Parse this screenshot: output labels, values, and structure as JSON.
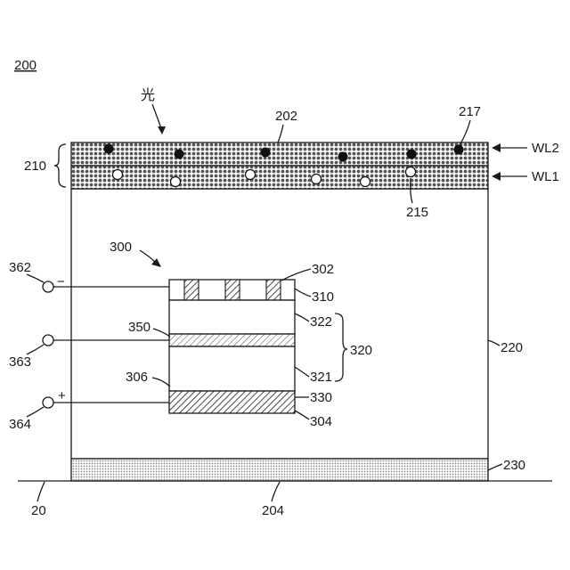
{
  "figure_number": "200",
  "light_label": "光",
  "labels": {
    "l202": "202",
    "l217": "217",
    "l210": "210",
    "l215": "215",
    "wl2": "WL2",
    "wl1": "WL1",
    "l300": "300",
    "l302": "302",
    "l310": "310",
    "l322": "322",
    "l350": "350",
    "l320": "320",
    "l321": "321",
    "l306": "306",
    "l330": "330",
    "l304": "304",
    "l220": "220",
    "l230": "230",
    "l204": "204",
    "l20": "20",
    "l362": "362",
    "l363": "363",
    "l364": "364"
  },
  "terminal_signs": {
    "minus": "−",
    "plus": "+"
  }
}
